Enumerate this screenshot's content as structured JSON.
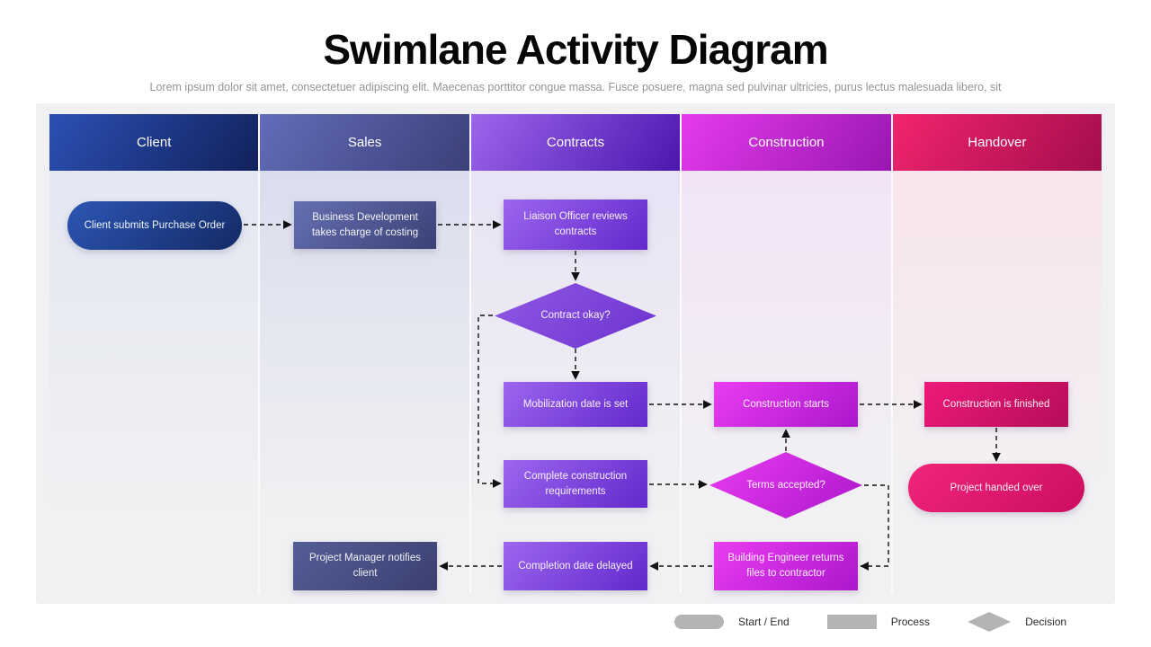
{
  "title": "Swimlane Activity Diagram",
  "subtitle": "Lorem ipsum dolor sit amet, consectetuer adipiscing elit. Maecenas porttitor congue massa. Fusce posuere, magna sed pulvinar ultricies, purus lectus malesuada libero, sit",
  "lanes": [
    {
      "label": "Client",
      "color_from": "#2b50b4",
      "color_to": "#12215c"
    },
    {
      "label": "Sales",
      "color_from": "#636cba",
      "color_to": "#3b4078"
    },
    {
      "label": "Contracts",
      "color_from": "#9d66ec",
      "color_to": "#4a16ae"
    },
    {
      "label": "Construction",
      "color_from": "#e53bec",
      "color_to": "#9916b2"
    },
    {
      "label": "Handover",
      "color_from": "#f2246f",
      "color_to": "#a30d4d"
    }
  ],
  "nodes": [
    {
      "label": "Client submits Purchase Order",
      "shape": "start-end",
      "lane": "Client",
      "color": "#1d3c8c"
    },
    {
      "label": "Business Development takes charge of costing",
      "shape": "process",
      "lane": "Sales",
      "color": "#4d5694"
    },
    {
      "label": "Liaison Officer reviews contracts",
      "shape": "process",
      "lane": "Contracts",
      "color": "#7b44dd"
    },
    {
      "label": "Contract okay?",
      "shape": "decision",
      "lane": "Contracts",
      "color": "#7e45da"
    },
    {
      "label": "Mobilization date is set",
      "shape": "process",
      "lane": "Contracts",
      "color": "#7b44dd"
    },
    {
      "label": "Construction starts",
      "shape": "process",
      "lane": "Construction",
      "color": "#ca29df"
    },
    {
      "label": "Construction is finished",
      "shape": "process",
      "lane": "Handover",
      "color": "#d11469"
    },
    {
      "label": "Complete construction requirements",
      "shape": "process",
      "lane": "Contracts",
      "color": "#7b44dd"
    },
    {
      "label": "Terms accepted?",
      "shape": "decision",
      "lane": "Construction",
      "color": "#ca29df"
    },
    {
      "label": "Project handed over",
      "shape": "start-end",
      "lane": "Handover",
      "color": "#de1a6d"
    },
    {
      "label": "Project Manager notifies client",
      "shape": "process",
      "lane": "Sales",
      "color": "#474f83"
    },
    {
      "label": "Completion date delayed",
      "shape": "process",
      "lane": "Contracts",
      "color": "#8751e3"
    },
    {
      "label": "Building Engineer returns files to contractor",
      "shape": "process",
      "lane": "Construction",
      "color": "#ca29df"
    }
  ],
  "legend": [
    {
      "shape": "start-end",
      "label": "Start / End"
    },
    {
      "shape": "process",
      "label": "Process"
    },
    {
      "shape": "decision",
      "label": "Decision"
    }
  ]
}
